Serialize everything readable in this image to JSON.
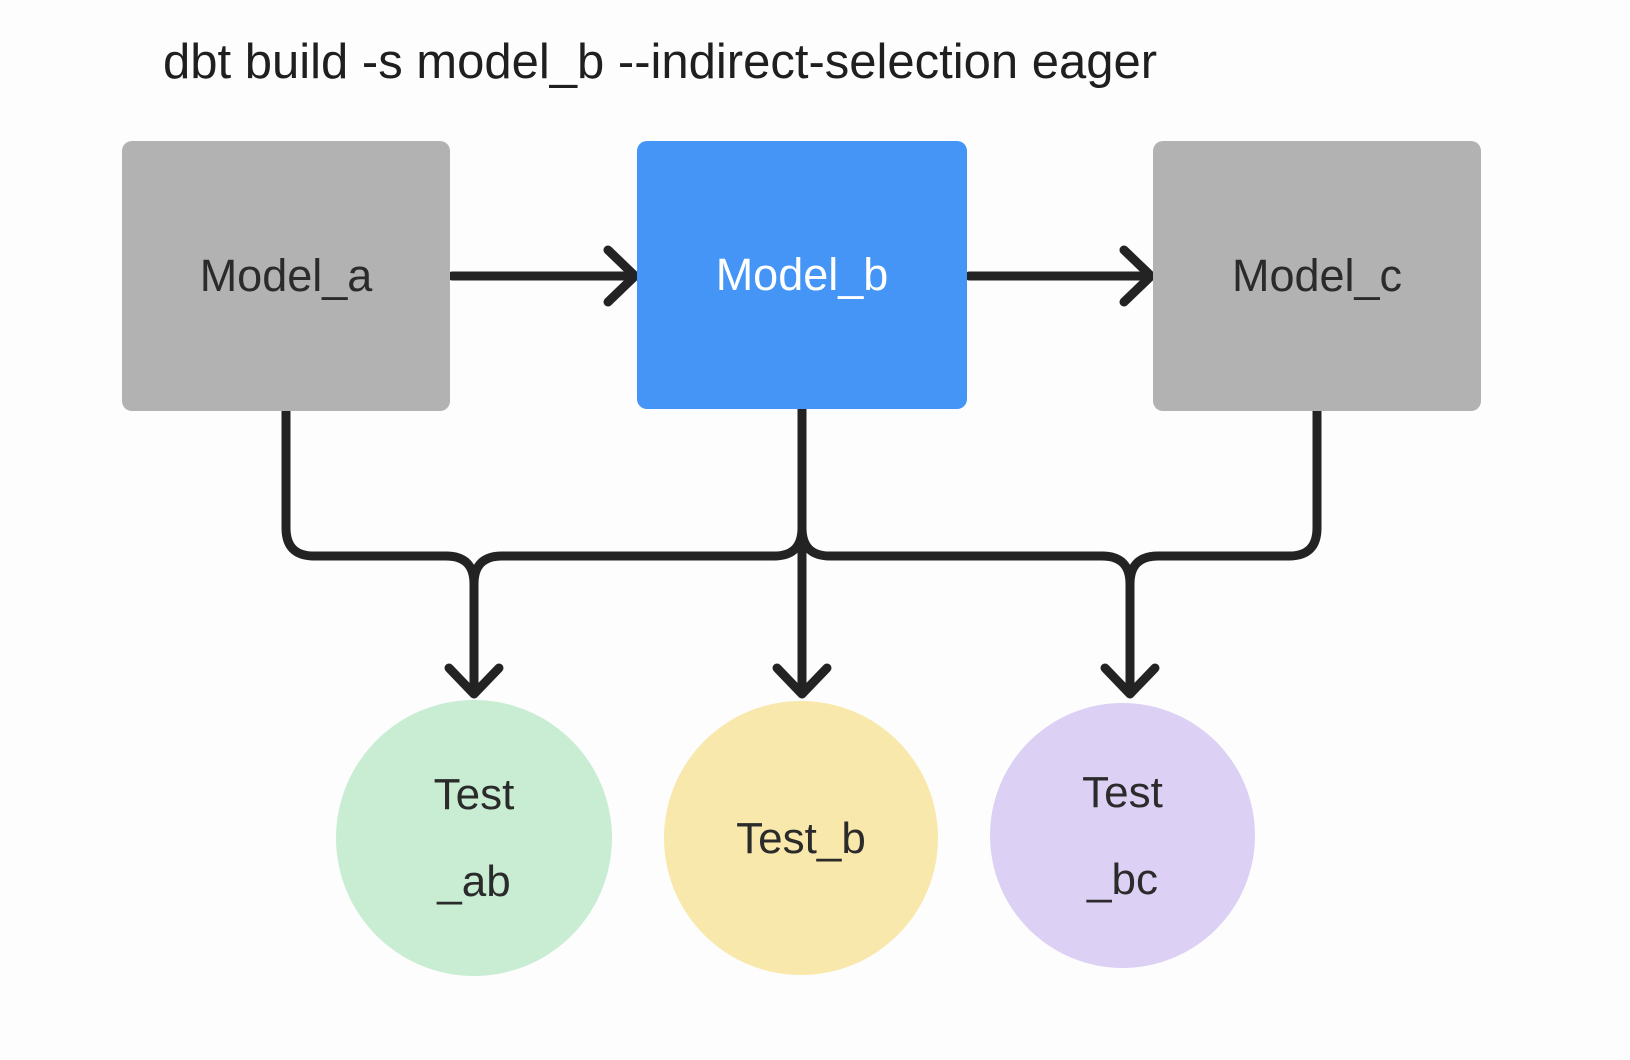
{
  "title": "dbt build -s model_b --indirect-selection eager",
  "colors": {
    "background": "#fdfdfd",
    "edge": "#232323",
    "model_default_fill": "#b2b2b2",
    "model_selected_fill": "#4495f5",
    "model_default_text": "#2b2b2b",
    "model_selected_text": "#ffffff",
    "test_ab_fill": "#c9edd3",
    "test_b_fill": "#f9e8ab",
    "test_bc_fill": "#ddd0f5",
    "test_text": "#2b2b2b"
  },
  "nodes": {
    "model_a": {
      "label": "Model_a",
      "type": "model"
    },
    "model_b": {
      "label": "Model_b",
      "type": "model",
      "selected": true
    },
    "model_c": {
      "label": "Model_c",
      "type": "model"
    },
    "test_ab": {
      "lines": [
        "Test",
        "_ab"
      ],
      "type": "test"
    },
    "test_b": {
      "lines": [
        "Test_b"
      ],
      "type": "test"
    },
    "test_bc": {
      "lines": [
        "Test",
        "_bc"
      ],
      "type": "test"
    }
  },
  "edges": [
    {
      "from": "Model_a",
      "to": "Model_b"
    },
    {
      "from": "Model_b",
      "to": "Model_c"
    },
    {
      "from": "Model_a",
      "to": "Test_ab"
    },
    {
      "from": "Model_b",
      "to": "Test_ab"
    },
    {
      "from": "Model_b",
      "to": "Test_b"
    },
    {
      "from": "Model_b",
      "to": "Test_bc"
    },
    {
      "from": "Model_c",
      "to": "Test_bc"
    }
  ]
}
